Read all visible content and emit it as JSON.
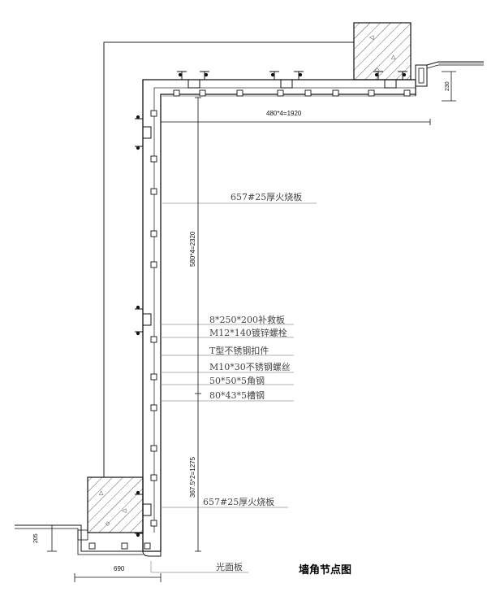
{
  "drawing": {
    "title": "墙角节点图",
    "labels": {
      "panel_top": "657#25厚火烧板",
      "rescue_plate": "8*250*200补救板",
      "bolt": "M12*140镀锌螺栓",
      "t_clip": "T型不锈钢扣件",
      "screw": "M10*30不锈钢螺丝",
      "angle": "50*50*5角钢",
      "channel": "80*43*5槽钢",
      "panel_bottom": "657#25厚火烧板",
      "smooth_panel": "光面板"
    },
    "dimensions": {
      "top_span": "480*4=1920",
      "vert_upper": "580*4=2320",
      "vert_lower": "367.5*2=1275",
      "right_offset": "230",
      "bottom_width": "690",
      "left_offset": "205"
    }
  }
}
